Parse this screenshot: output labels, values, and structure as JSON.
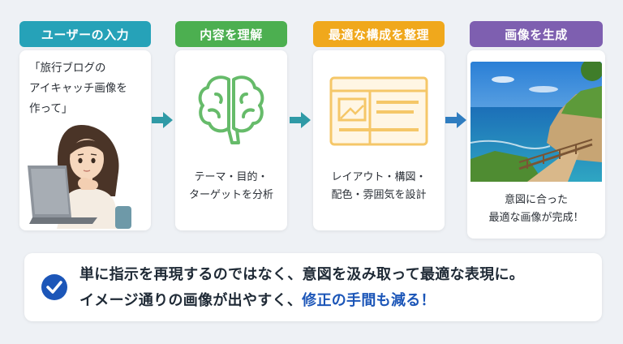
{
  "steps": [
    {
      "label": "ユーザーの入力",
      "color": "#26a2b8",
      "text": [
        "「旅行ブログの",
        "アイキャッチ画像を",
        "作って」"
      ]
    },
    {
      "label": "内容を理解",
      "color": "#4caf50",
      "text": [
        "テーマ・目的・",
        "ターゲットを分析"
      ],
      "icon": "brain-icon"
    },
    {
      "label": "最適な構成を整理",
      "color": "#f0a81c",
      "text": [
        "レイアウト・構図・",
        "配色・雰囲気を設計"
      ],
      "icon": "layout-icon"
    },
    {
      "label": "画像を生成",
      "color": "#7e5fb0",
      "text": [
        "意図に合った",
        "最適な画像が完成！"
      ]
    }
  ],
  "summary": {
    "line1": "単に指示を再現するのではなく、意図を汲み取って最適な表現に。",
    "line2_prefix": "イメージ通りの画像が出やすく、",
    "line2_highlight": "修正の手間も減る！",
    "icon": "check-circle-icon"
  },
  "colors": {
    "arrow": "#2f9aa6",
    "brain": "#66bb6a",
    "layout": "#f5c768",
    "check": "#1c56b8"
  }
}
